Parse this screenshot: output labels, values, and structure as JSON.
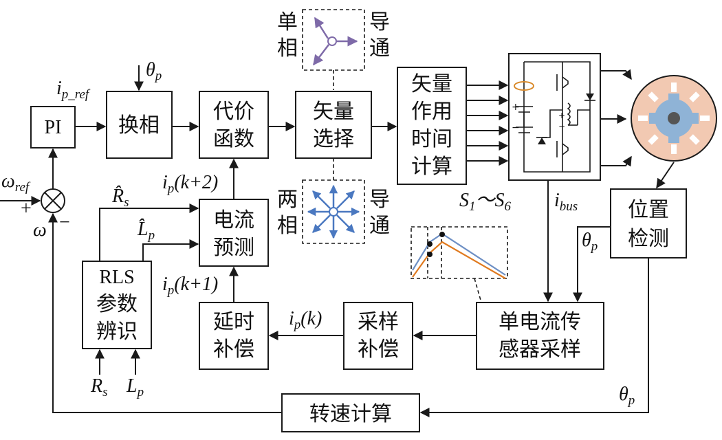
{
  "blocks": {
    "pi": "PI",
    "commutation": "换相",
    "cost_1": "代价",
    "cost_2": "函数",
    "vector_select_1": "矢量",
    "vector_select_2": "选择",
    "vector_time_1": "矢量",
    "vector_time_2": "作用",
    "vector_time_3": "时间",
    "vector_time_4": "计算",
    "current_pred_1": "电流",
    "current_pred_2": "预测",
    "rls_1": "RLS",
    "rls_2": "参数",
    "rls_3": "辨识",
    "delay_comp_1": "延时",
    "delay_comp_2": "补偿",
    "sample_comp_1": "采样",
    "sample_comp_2": "补偿",
    "single_sensor_1": "单电流传",
    "single_sensor_2": "感器采样",
    "position_1": "位置",
    "position_2": "检测",
    "speed_calc": "转速计算"
  },
  "modes": {
    "single_left_1": "单",
    "single_left_2": "相",
    "single_right_1": "导",
    "single_right_2": "通",
    "two_left_1": "两",
    "two_left_2": "相",
    "two_right_1": "导",
    "two_right_2": "通"
  },
  "signals": {
    "omega_ref": {
      "sym": "ω",
      "sub": "ref"
    },
    "omega": "ω",
    "plus": "+",
    "minus": "−",
    "i_p_ref": {
      "sym": "i",
      "sub": "p_ref"
    },
    "theta_p_top": {
      "sym": "θ",
      "sub": "p"
    },
    "R_s_hat": {
      "sym": "R̂",
      "sub": "s"
    },
    "L_p_hat": {
      "sym": "L̂",
      "sub": "p"
    },
    "i_p_k2": {
      "sym": "i",
      "sub": "p",
      "suffix": "(k+2)"
    },
    "i_p_k1": {
      "sym": "i",
      "sub": "p",
      "suffix": "(k+1)"
    },
    "i_p_k": {
      "sym": "i",
      "sub": "p",
      "suffix": "(k)"
    },
    "R_s": {
      "sym": "R",
      "sub": "s"
    },
    "L_p": {
      "sym": "L",
      "sub": "p"
    },
    "switches": {
      "s1": "S",
      "sub1": "1",
      "tilde": "～",
      "s6": "S",
      "sub6": "6"
    },
    "i_bus": {
      "sym": "i",
      "sub": "bus"
    },
    "theta_p_mid": {
      "sym": "θ",
      "sub": "p"
    },
    "theta_p_bottom": {
      "sym": "θ",
      "sub": "p"
    }
  },
  "colors": {
    "single_phase_arrows": "#7e6aa8",
    "two_phase_arrows": "#4a78c0",
    "motor_outer": "#f2c9b2",
    "motor_rotor": "#8fb3d6",
    "waveform_blue": "#6d8fc4",
    "waveform_orange": "#e07a1f",
    "current_sensor_ring": "#d98a2b"
  }
}
